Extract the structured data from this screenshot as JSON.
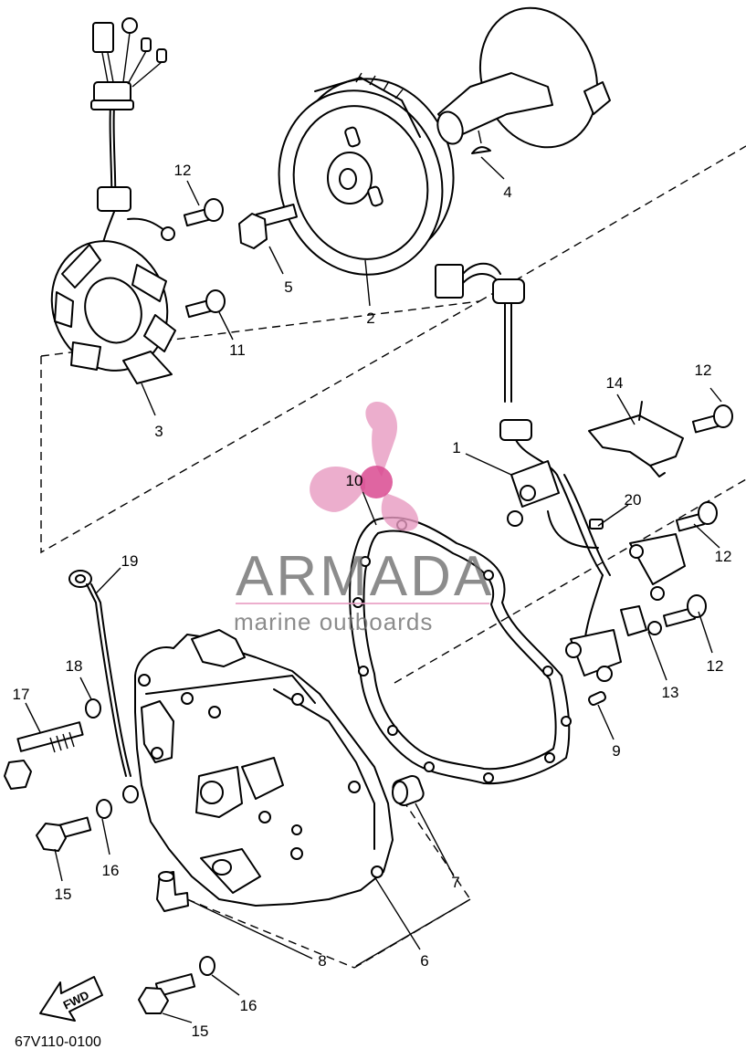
{
  "callouts": {
    "p1": "1",
    "p2": "2",
    "p3": "3",
    "p4": "4",
    "p5": "5",
    "p6": "6",
    "p7": "7",
    "p8": "8",
    "p9": "9",
    "p10": "10",
    "p11": "11",
    "p12a": "12",
    "p12b": "12",
    "p12c": "12",
    "p12d": "12",
    "p13": "13",
    "p14": "14",
    "p15a": "15",
    "p15b": "15",
    "p16a": "16",
    "p16b": "16",
    "p17": "17",
    "p18": "18",
    "p19": "19",
    "p20": "20"
  },
  "diagram_code": "67V110-0100",
  "fwd_label": "FWD",
  "watermark": {
    "brand": "ARMADA",
    "tagline": "marine outboards",
    "logo": "propeller-logo",
    "brand_color": "#e79ac0",
    "text_color": "#6f6f6f"
  }
}
